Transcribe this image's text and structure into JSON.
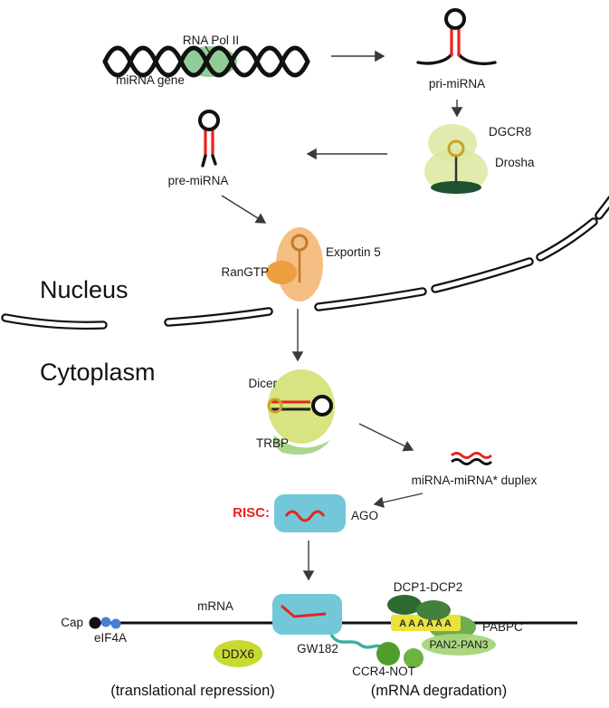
{
  "nucleus_section": {
    "label": "Nucleus",
    "gene": {
      "rna_pol_ii": "RNA Pol II",
      "mirna_gene": "miRNA gene"
    },
    "pri_mirna": "pri-miRNA",
    "microprocessor": {
      "dgcr8": "DGCR8",
      "drosha": "Drosha"
    },
    "pre_mirna": "pre-miRNA",
    "export": {
      "exportin5": "Exportin 5",
      "rangtp": "RanGTP"
    }
  },
  "cytoplasm_section": {
    "label": "Cytoplasm",
    "dicing": {
      "dicer": "Dicer",
      "trbp": "TRBP"
    },
    "duplex": "miRNA-miRNA* duplex",
    "risc": {
      "risc": "RISC:",
      "ago": "AGO"
    },
    "mrna_complex": {
      "dcp1_dcp2": "DCP1-DCP2",
      "cap": "Cap",
      "eif4a": "eIF4A",
      "mrna": "mRNA",
      "polya": "AAAAAA",
      "pabpc": "PABPC",
      "gw182": "GW182",
      "ddx6": "DDX6",
      "ccr4_not": "CCR4-NOT",
      "pan2_pan3": "PAN2-PAN3"
    },
    "outcomes": {
      "translational_repression": "(translational repression)",
      "mrna_degradation": "(mRNA degradation)"
    }
  },
  "colors": {
    "pol_green": "#85c78b",
    "blob_yellow_green": "#dce8a2",
    "base_dark_green": "#20512e",
    "hairpin_red": "#e8231d",
    "loop_yellow": "#c9a227",
    "exportin_orange": "#f4b877",
    "rangtp_orange": "#ec9f3f",
    "dicer_green": "#d3e173",
    "trbp_green": "#abd58b",
    "risc_blue": "#72c8d8",
    "dcp_dark_green": "#2d6a31",
    "dcp_mid_green": "#41803d",
    "polya_yellow": "#e9e33c",
    "pabpc_green": "#6fae4e",
    "pan_green": "#a8d57a",
    "ccr4_dark": "#4f9e2a",
    "ccr4_light": "#6db33f",
    "ddx6_green": "#c8d934",
    "eif4a_blue": "#4a7fd4",
    "gw182_teal": "#3bae9d"
  }
}
